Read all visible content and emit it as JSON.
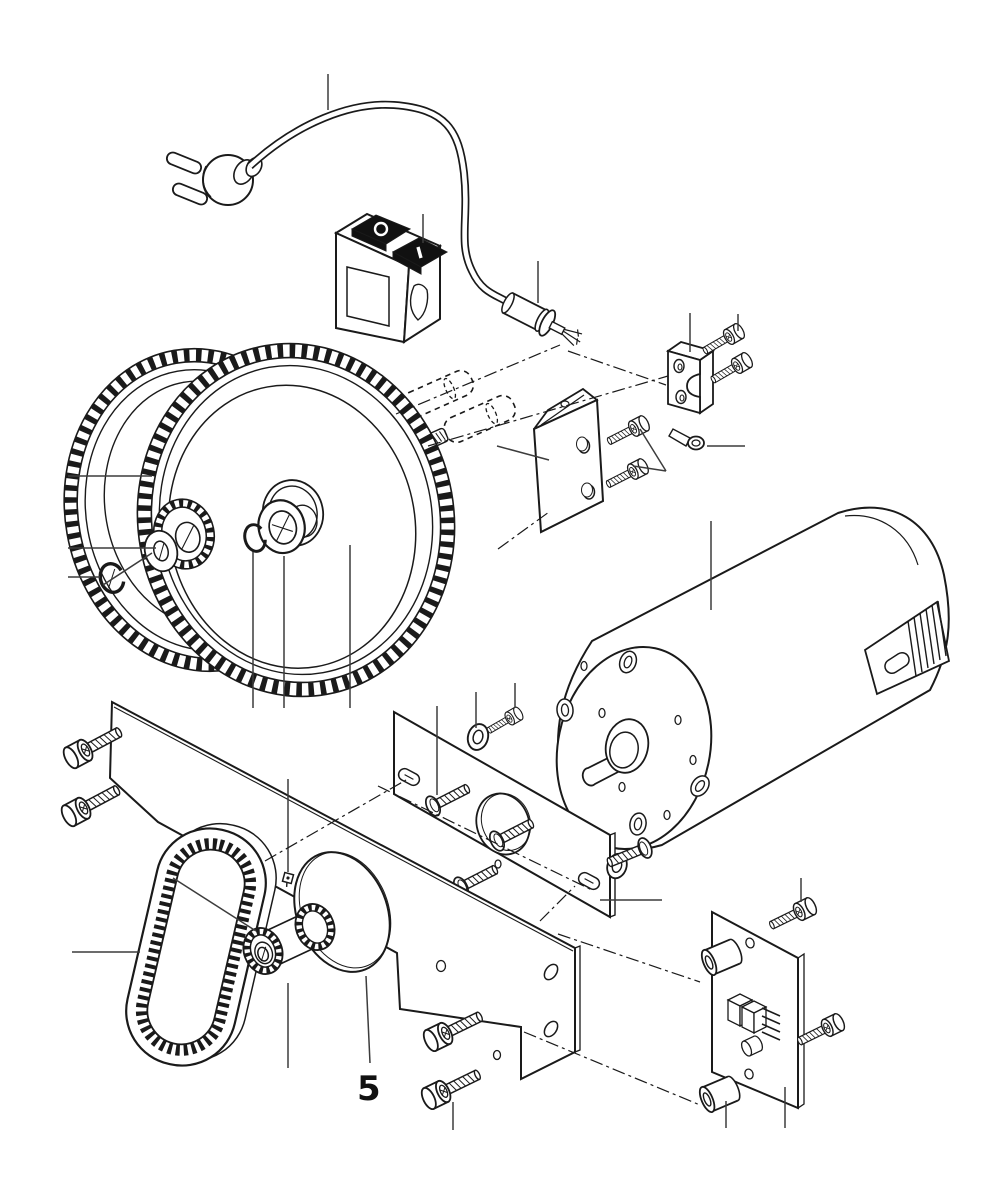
{
  "figure": {
    "type": "exploded-parts-diagram",
    "callout_label": "5",
    "background_color": "#ffffff",
    "line_color": "#1a1a1a",
    "leader_color": "#3c3c3c",
    "switch_symbols": {
      "off": "O",
      "on": "I"
    }
  },
  "parts": [
    {
      "id": "power-cord",
      "name": "power cord"
    },
    {
      "id": "mains-plug",
      "name": "mains plug"
    },
    {
      "id": "power-switch",
      "name": "rocker power switch"
    },
    {
      "id": "cord-sleeve",
      "name": "cord end sleeve"
    },
    {
      "id": "cord-clamp",
      "name": "cord clamp block"
    },
    {
      "id": "mounting-bracket",
      "name": "angle bracket"
    },
    {
      "id": "ring-terminal",
      "name": "ring terminal"
    },
    {
      "id": "spacer-sleeves",
      "name": "spacer sleeves (hidden)"
    },
    {
      "id": "large-gear-rear",
      "name": "large gear (rear)"
    },
    {
      "id": "large-gear-front",
      "name": "large gear (front)"
    },
    {
      "id": "pinion-gear",
      "name": "pinion gear"
    },
    {
      "id": "flat-washer",
      "name": "flat washer"
    },
    {
      "id": "retaining-ring-small",
      "name": "retaining ring"
    },
    {
      "id": "retaining-ring",
      "name": "retaining ring"
    },
    {
      "id": "bearing-hub",
      "name": "bearing hub"
    },
    {
      "id": "motor",
      "name": "electric motor"
    },
    {
      "id": "motor-mount-plate",
      "name": "motor mount plate"
    },
    {
      "id": "frame-plate",
      "name": "frame plate"
    },
    {
      "id": "timing-belt",
      "name": "timing belt"
    },
    {
      "id": "timing-pulley",
      "name": "timing pulley"
    },
    {
      "id": "set-bolt",
      "name": "set bolt"
    },
    {
      "id": "circuit-board",
      "name": "circuit board"
    },
    {
      "id": "board-spacers",
      "name": "board spacers"
    },
    {
      "id": "screws",
      "name": "assorted screws"
    }
  ]
}
